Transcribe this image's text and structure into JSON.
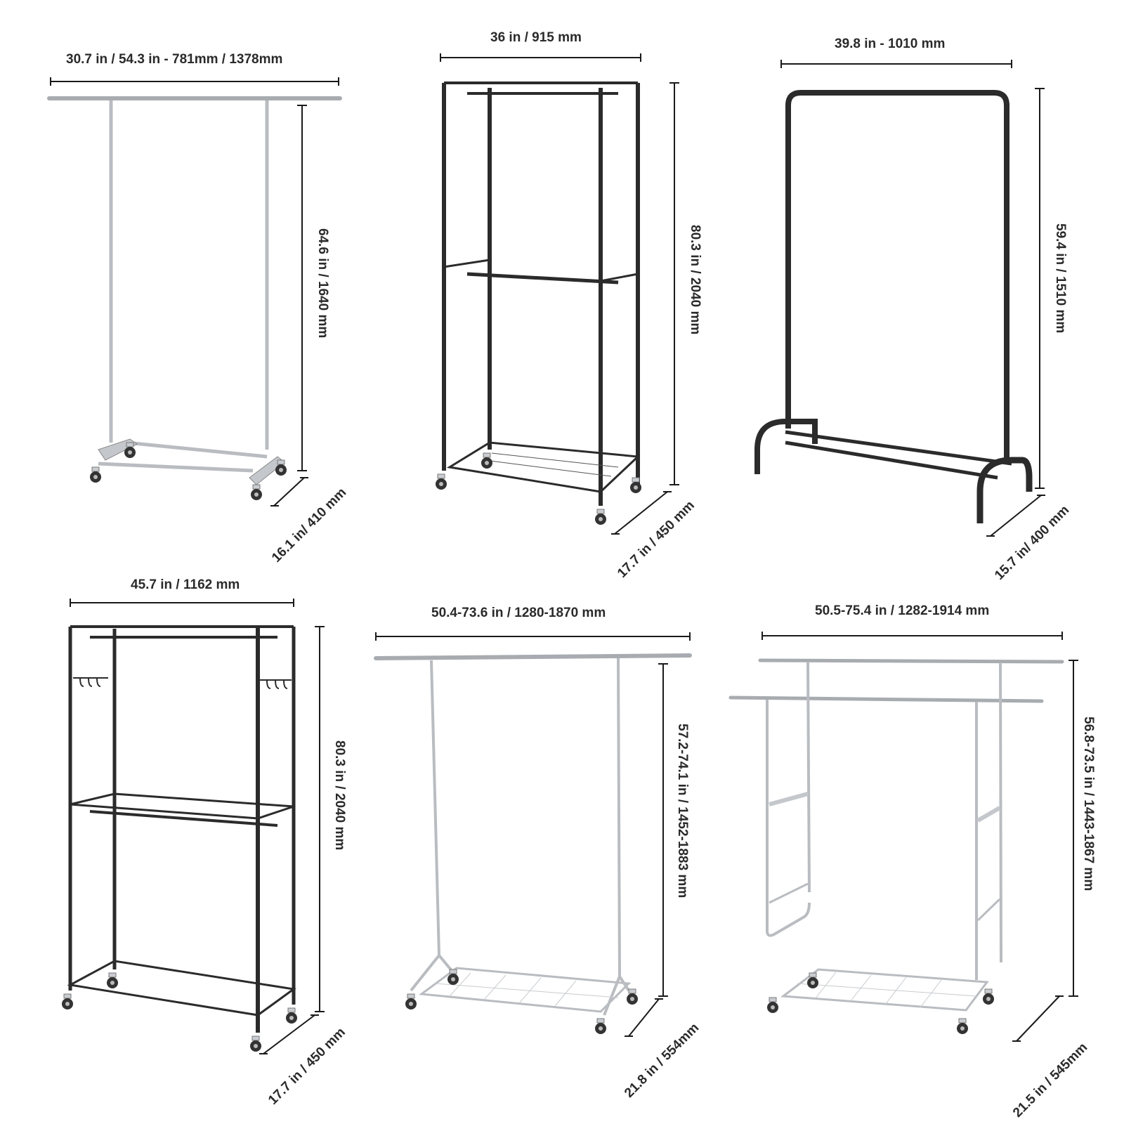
{
  "products": [
    {
      "id": "rack-1",
      "finish": "chrome",
      "style": "single-rail-extendable-on-casters",
      "width_label": "30.7 in / 54.3 in - 781mm / 1378mm",
      "height_label": "64.6 in / 1640 mm",
      "depth_label": "16.1 in/ 410 mm"
    },
    {
      "id": "rack-2",
      "finish": "black",
      "style": "wire-shelf-double-rod-on-casters",
      "width_label": "36 in / 915 mm",
      "height_label": "80.3 in / 2040 mm",
      "depth_label": "17.7 in / 450 mm"
    },
    {
      "id": "rack-3",
      "finish": "black",
      "style": "single-rail-freestanding",
      "width_label": "39.8 in - 1010 mm",
      "height_label": "59.4 in / 1510 mm",
      "depth_label": "15.7 in/ 400 mm"
    },
    {
      "id": "rack-4",
      "finish": "black",
      "style": "wire-shelf-with-hooks-on-casters",
      "width_label": "45.7 in / 1162 mm",
      "height_label": "80.3 in / 2040 mm",
      "depth_label": "17.7 in / 450 mm"
    },
    {
      "id": "rack-5",
      "finish": "chrome",
      "style": "single-rail-extendable-with-base-shelf",
      "width_label": "50.4-73.6 in / 1280-1870 mm",
      "height_label": "57.2-74.1 in / 1452-1883 mm",
      "depth_label": "21.8 in / 554mm"
    },
    {
      "id": "rack-6",
      "finish": "chrome",
      "style": "double-rail-extendable-with-base-shelf",
      "width_label": "50.5-75.4 in / 1282-1914 mm",
      "height_label": "56.8-73.5 in / 1443-1867 mm",
      "depth_label": "21.5 in / 545mm"
    }
  ],
  "colors": {
    "background": "#ffffff",
    "dimension_line": "#1a1a1a",
    "text": "#2a2a2a",
    "chrome": "#b9bcc0",
    "chrome_dark": "#8d9196",
    "black_metal": "#2b2b2b",
    "wheel": "#3a3a3a"
  }
}
